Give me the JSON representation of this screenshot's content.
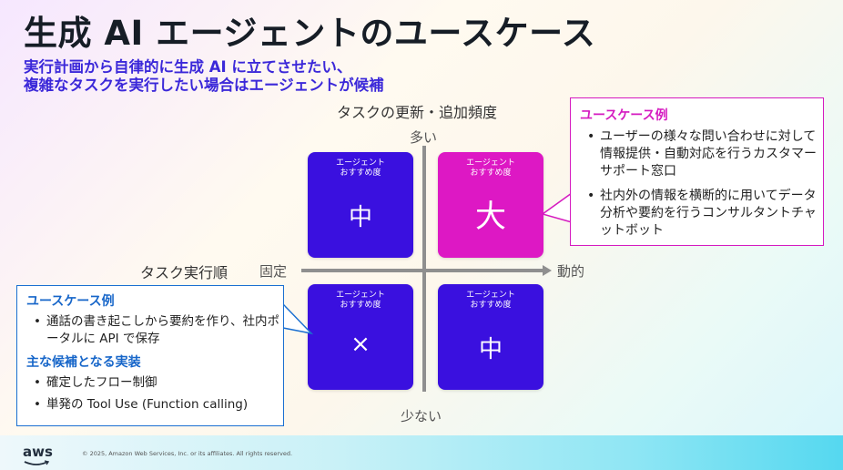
{
  "title": "生成 AI エージェントのユースケース",
  "subtitle": {
    "line1": "実行計画から自律的に生成 AI に立てさせたい、",
    "line2": "複雑なタスクを実行したい場合はエージェントが候補"
  },
  "axes": {
    "vertical_title": "タスクの更新・追加頻度",
    "top": "多い",
    "bottom": "少ない",
    "horizontal_title": "タスク実行順",
    "left": "固定",
    "right": "動的"
  },
  "quadrants": {
    "top_left": {
      "caption1": "エージェント",
      "caption2": "おすすめ度",
      "value": "中"
    },
    "top_right": {
      "caption1": "エージェント",
      "caption2": "おすすめ度",
      "value": "大"
    },
    "bottom_left": {
      "caption1": "エージェント",
      "caption2": "おすすめ度",
      "value": "×"
    },
    "bottom_right": {
      "caption1": "エージェント",
      "caption2": "おすすめ度",
      "value": "中"
    }
  },
  "callout_right": {
    "heading": "ユースケース例",
    "items": [
      "ユーザーの様々な問い合わせに対して情報提供・自動対応を行うカスタマーサポート窓口",
      "社内外の情報を横断的に用いてデータ分析や要約を行うコンサルタントチャットボット"
    ]
  },
  "callout_left": {
    "heading1": "ユースケース例",
    "items1": [
      "通話の書き起こしから要約を作り、社内ポータルに API で保存"
    ],
    "heading2": "主な候補となる実装",
    "items2": [
      "確定したフロー制御",
      "単発の Tool Use (Function calling)"
    ]
  },
  "footer": {
    "logo": "aws",
    "copyright": "© 2025, Amazon Web Services, Inc. or its affiliates. All rights reserved."
  },
  "colors": {
    "purple": "#3a10df",
    "magenta": "#dd18c4",
    "subtitle": "#3b28d9",
    "callout_left_accent": "#1766c9"
  }
}
